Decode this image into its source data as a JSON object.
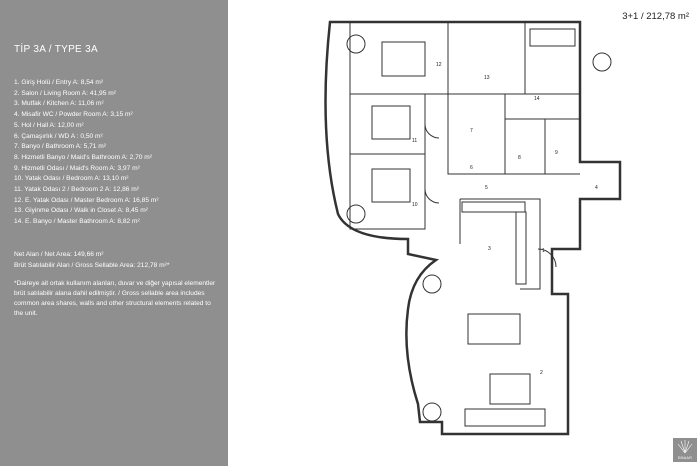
{
  "sidebar": {
    "title": "TİP 3A / TYPE 3A",
    "rooms": [
      "1. Giriş Holü / Entry A: 8,54 m²",
      "2. Salon / Living Room A: 41,95 m²",
      "3. Mutfak / Kitchen A: 11,06 m²",
      "4. Misafir WC / Powder Room A: 3,15 m²",
      "5. Hol / Hall A: 12,00 m²",
      "6. Çamaşırlık / WD A : 0,50 m²",
      "7. Banyo / Bathroom A: 5,71 m²",
      "8. Hizmetli Banyo / Maid's Bathroom A: 2,70 m²",
      "9. Hizmetli Odası / Maid's Room A: 3,97 m²",
      "10. Yatak Odası / Bedroom A: 13,10 m²",
      "11. Yatak Odası 2 / Bedroom 2 A: 12,86 m²",
      "12. E. Yatak Odası / Master Bedroom A: 16,85 m²",
      "13. Giyinme Odası / Walk in Closet A: 8,45 m²",
      "14. E. Banyo / Master Bathroom A: 8,82 m²"
    ],
    "net_area": "Net Alan / Net Area: 149,66 m²",
    "gross_area": "Brüt Satılabilir Alan / Gross Sellable Area: 212,78 m²*",
    "note": "*Daireye ait ortak kullanım alanları, duvar ve diğer yapısal elementler brüt satılabilir alana dahil edilmiştir. / Gross sellable area includes common area shares, walls and other structural elements related to the unit."
  },
  "plan": {
    "type_label": "3+1 / 212,78 m²",
    "room_numbers": [
      "1",
      "2",
      "3",
      "4",
      "5",
      "6",
      "7",
      "8",
      "9",
      "10",
      "11",
      "12",
      "13",
      "14"
    ]
  },
  "brand": {
    "name": "EMAAR",
    "color": "#8f8f8f"
  }
}
